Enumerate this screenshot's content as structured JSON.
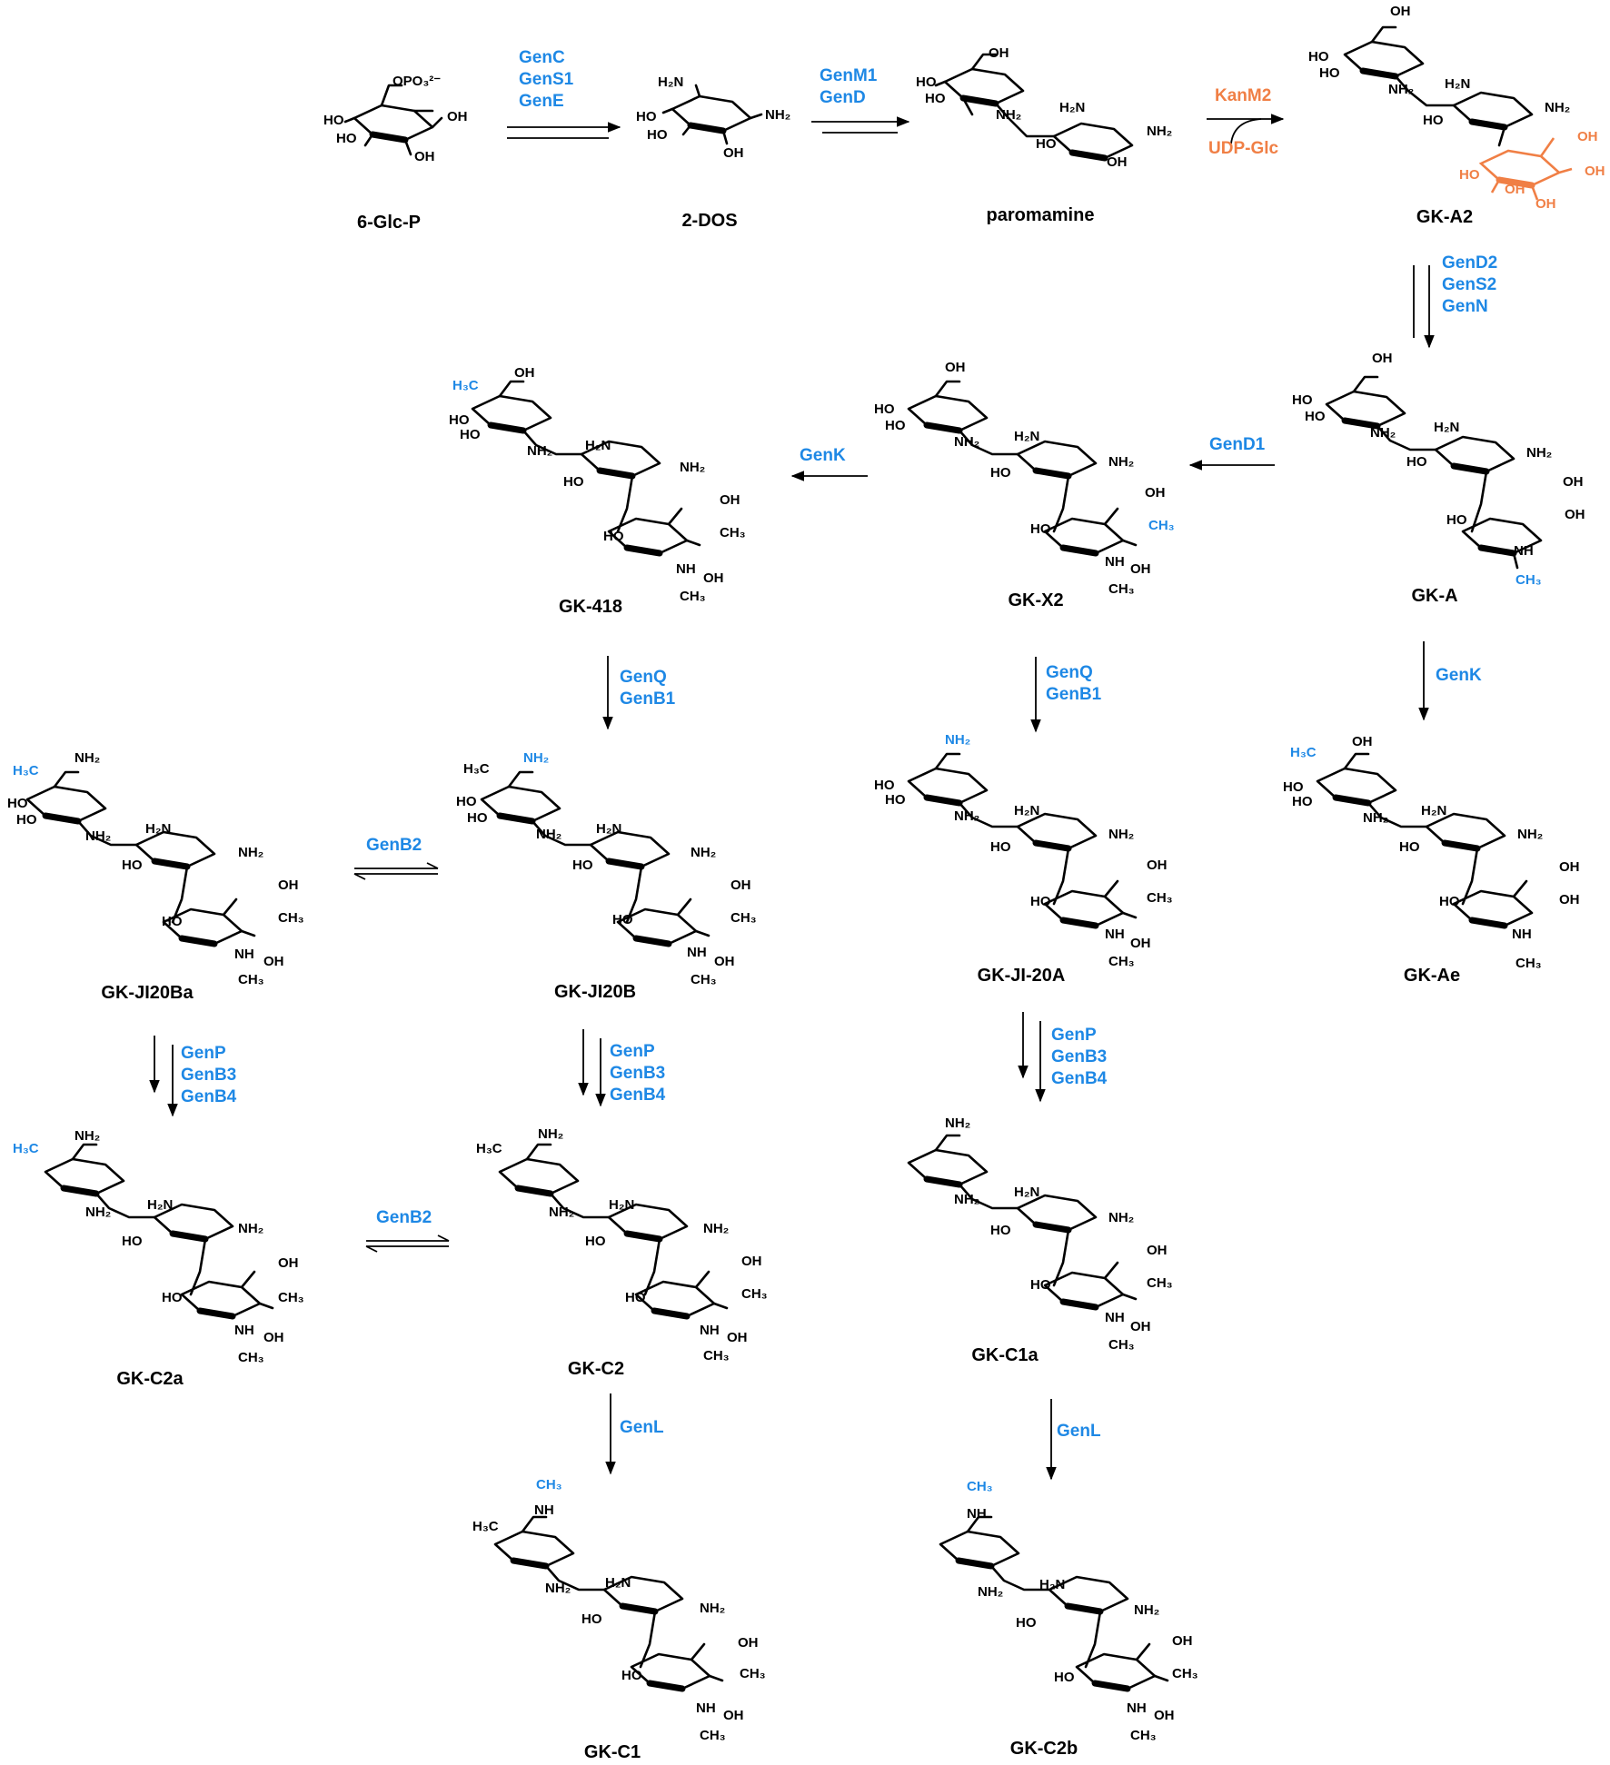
{
  "compounds": {
    "glc6p": "6-Glc-P",
    "dos": "2-DOS",
    "paromamine": "paromamine",
    "gka2": "GK-A2",
    "gka": "GK-A",
    "gkx2": "GK-X2",
    "gk418": "GK-418",
    "gkae": "GK-Ae",
    "gkji20a": "GK-JI-20A",
    "gkji20b": "GK-JI20B",
    "gkji20ba": "GK-JI20Ba",
    "gkc2a": "GK-C2a",
    "gkc2": "GK-C2",
    "gkc1a": "GK-C1a",
    "gkc1": "GK-C1",
    "gkc2b": "GK-C2b"
  },
  "enzymes": {
    "step1": "GenC\nGenS1\nGenE",
    "step2": "GenM1\nGenD",
    "step3_enzyme": "KanM2",
    "step3_cosubstrate": "UDP-Glc",
    "step4": "GenD2\nGenS2\nGenN",
    "step5": "GenD1",
    "step6": "GenK",
    "step7": "GenK",
    "step8": "GenQ\nGenB1",
    "step9": "GenQ\nGenB1",
    "step10": "GenB2",
    "step11": "GenP\nGenB3\nGenB4",
    "step12": "GenP\nGenB3\nGenB4",
    "step13": "GenP\nGenB3\nGenB4",
    "step14": "GenB2",
    "step15": "GenL",
    "step16": "GenL"
  },
  "substituents": {
    "opo3": "OPO₃²⁻",
    "oh": "OH",
    "ho": "HO",
    "nh2": "NH₂",
    "h2n": "H₂N",
    "ch3": "CH₃",
    "h3c": "H₃C",
    "nh": "NH",
    "o": "O"
  },
  "colors": {
    "enzyme": "#1e88e5",
    "kanm2": "#f07f45",
    "structure": "#000000"
  }
}
